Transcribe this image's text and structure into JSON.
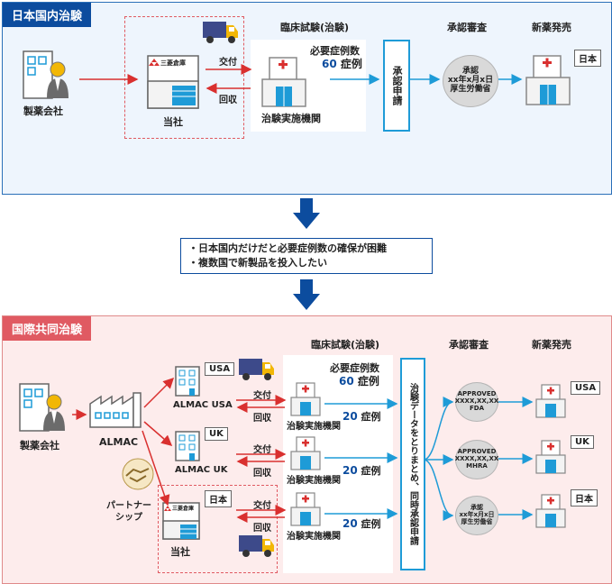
{
  "domestic": {
    "tag": "日本国内治験",
    "pharma_label": "製薬会社",
    "company_label": "当社",
    "warehouse_sign": "三菱倉庫",
    "deliver_label": "交付",
    "collect_label": "回収",
    "trial_header": "臨床試験(治験)",
    "required_label": "必要症例数",
    "required_count": "60",
    "cases_unit": "症例",
    "site_label": "治験実施機関",
    "apply_label": "承認申請",
    "review_header": "承認審査",
    "launch_header": "新薬発売",
    "approval_lines": [
      "承認",
      "xx年x月x日",
      "厚生労働省"
    ],
    "country": "日本"
  },
  "message": {
    "lines": [
      "・日本国内だけだと必要症例数の確保が困難",
      "・複数国で新製品を投入したい"
    ]
  },
  "international": {
    "tag": "国際共同治験",
    "pharma_label": "製薬会社",
    "almac_label": "ALMAC",
    "partner_label_1": "パートナー",
    "partner_label_2": "シップ",
    "trial_header": "臨床試験(治験)",
    "required_label": "必要症例数",
    "required_count": "60",
    "apply_label": "治験データをとりまとめ、同時承認申請",
    "review_header": "承認審査",
    "launch_header": "新薬発売",
    "warehouse_sign": "三菱倉庫",
    "rows": [
      {
        "country": "USA",
        "depot_label": "ALMAC USA",
        "deliver": "交付",
        "collect": "回収",
        "site": "治験実施機関",
        "cases": "20",
        "unit": "症例",
        "approval": [
          "APPROVED",
          "XXXX,XX,XX",
          "FDA"
        ],
        "launch_country": "USA"
      },
      {
        "country": "UK",
        "depot_label": "ALMAC UK",
        "deliver": "交付",
        "collect": "回収",
        "site": "治験実施機関",
        "cases": "20",
        "unit": "症例",
        "approval": [
          "APPROVED",
          "XXXX,XX,XX",
          "MHRA"
        ],
        "launch_country": "UK"
      },
      {
        "country": "日本",
        "depot_label": "当社",
        "deliver": "交付",
        "collect": "回収",
        "site": "治験実施機関",
        "cases": "20",
        "unit": "症例",
        "approval": [
          "承認",
          "xx年x月x日",
          "厚生労働省"
        ],
        "launch_country": "日本"
      }
    ]
  },
  "colors": {
    "domestic_accent": "#0c4c9e",
    "international_accent": "#e05a62",
    "arrow_red": "#d9302f",
    "arrow_blue": "#1e9bd7",
    "truck": "#3d4a8a",
    "truck_cab": "#f2b705"
  }
}
